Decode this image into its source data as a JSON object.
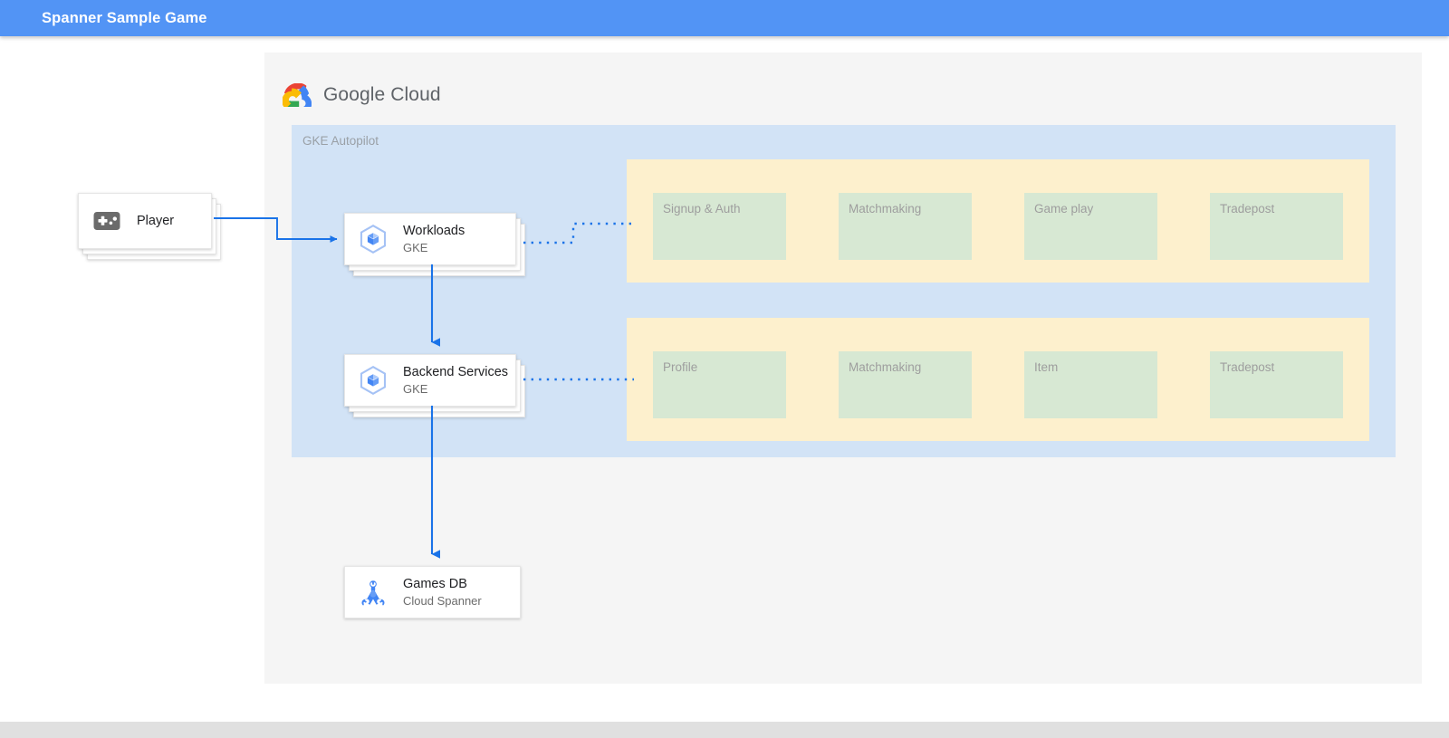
{
  "appbar": {
    "title": "Spanner Sample Game",
    "background": "#5294f5",
    "text_color": "#ffffff"
  },
  "brand": {
    "icon": "google-cloud-logo-icon",
    "name_strong": "Google",
    "name_light": " Cloud"
  },
  "diagram": {
    "zone": {
      "label": "GKE Autopilot",
      "background": "#d2e3f6"
    },
    "group_background": "#fdf0cd",
    "service_background": "#d7e8d3",
    "connector_color": "#1a73e8",
    "nodes": [
      {
        "id": "player",
        "title": "Player",
        "subtitle": "",
        "icon": "gamepad-icon",
        "stacked": true
      },
      {
        "id": "workloads",
        "title": "Workloads",
        "subtitle": "GKE",
        "icon": "gke-cube-icon",
        "stacked": true
      },
      {
        "id": "backend",
        "title": "Backend Services",
        "subtitle": "GKE",
        "icon": "gke-cube-icon",
        "stacked": true
      },
      {
        "id": "gamesdb",
        "title": "Games DB",
        "subtitle": "Cloud Spanner",
        "icon": "cloud-spanner-icon",
        "stacked": false
      }
    ],
    "service_groups": [
      {
        "id": "workload-services",
        "services": [
          "Signup & Auth",
          "Matchmaking",
          "Game play",
          "Tradepost"
        ]
      },
      {
        "id": "backend-services",
        "services": [
          "Profile",
          "Matchmaking",
          "Item",
          "Tradepost"
        ]
      }
    ]
  }
}
